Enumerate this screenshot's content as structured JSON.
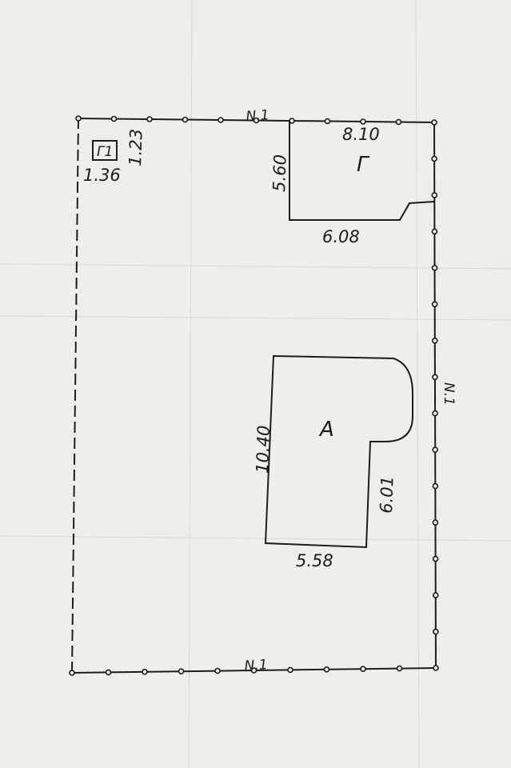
{
  "plan": {
    "ink_color": "#1c1c1c",
    "paper_color": "#eeeeea",
    "fence_labels": {
      "top": "N.1",
      "right": "N.1",
      "bottom": "N.1"
    },
    "garage": {
      "letter": "Г",
      "width_top": "8.10",
      "depth_left": "5.60",
      "width_bottom": "6.08"
    },
    "outbuilding": {
      "letter": "Г1",
      "width": "1.36",
      "depth": "1.23"
    },
    "house": {
      "letter": "А",
      "depth_left": "10.40",
      "depth_right": "6.01",
      "width_bottom": "5.58"
    }
  }
}
